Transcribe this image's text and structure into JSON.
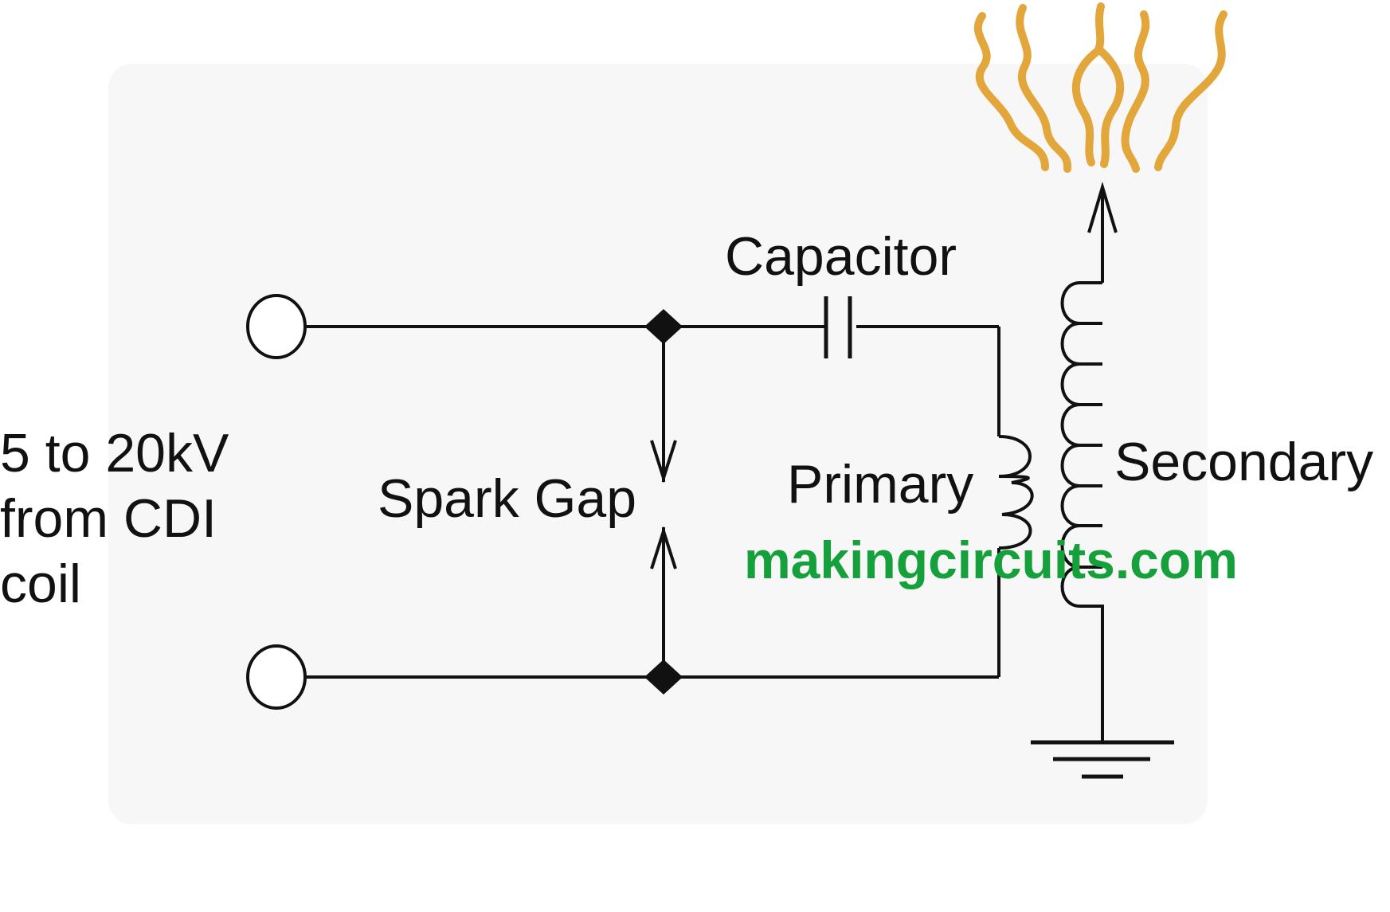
{
  "diagram": {
    "input_label": [
      "5 to 20kV",
      "from CDI",
      "coil"
    ],
    "capacitor_label": "Capacitor",
    "spark_gap_label": "Spark Gap",
    "primary_label": "Primary",
    "secondary_label": "Secondary",
    "watermark": "makingcircuits.com"
  },
  "colors": {
    "wire": "#111111",
    "watermark": "#15a03c",
    "discharge": "#e3a63a",
    "backdrop": "#f7f7f7"
  }
}
